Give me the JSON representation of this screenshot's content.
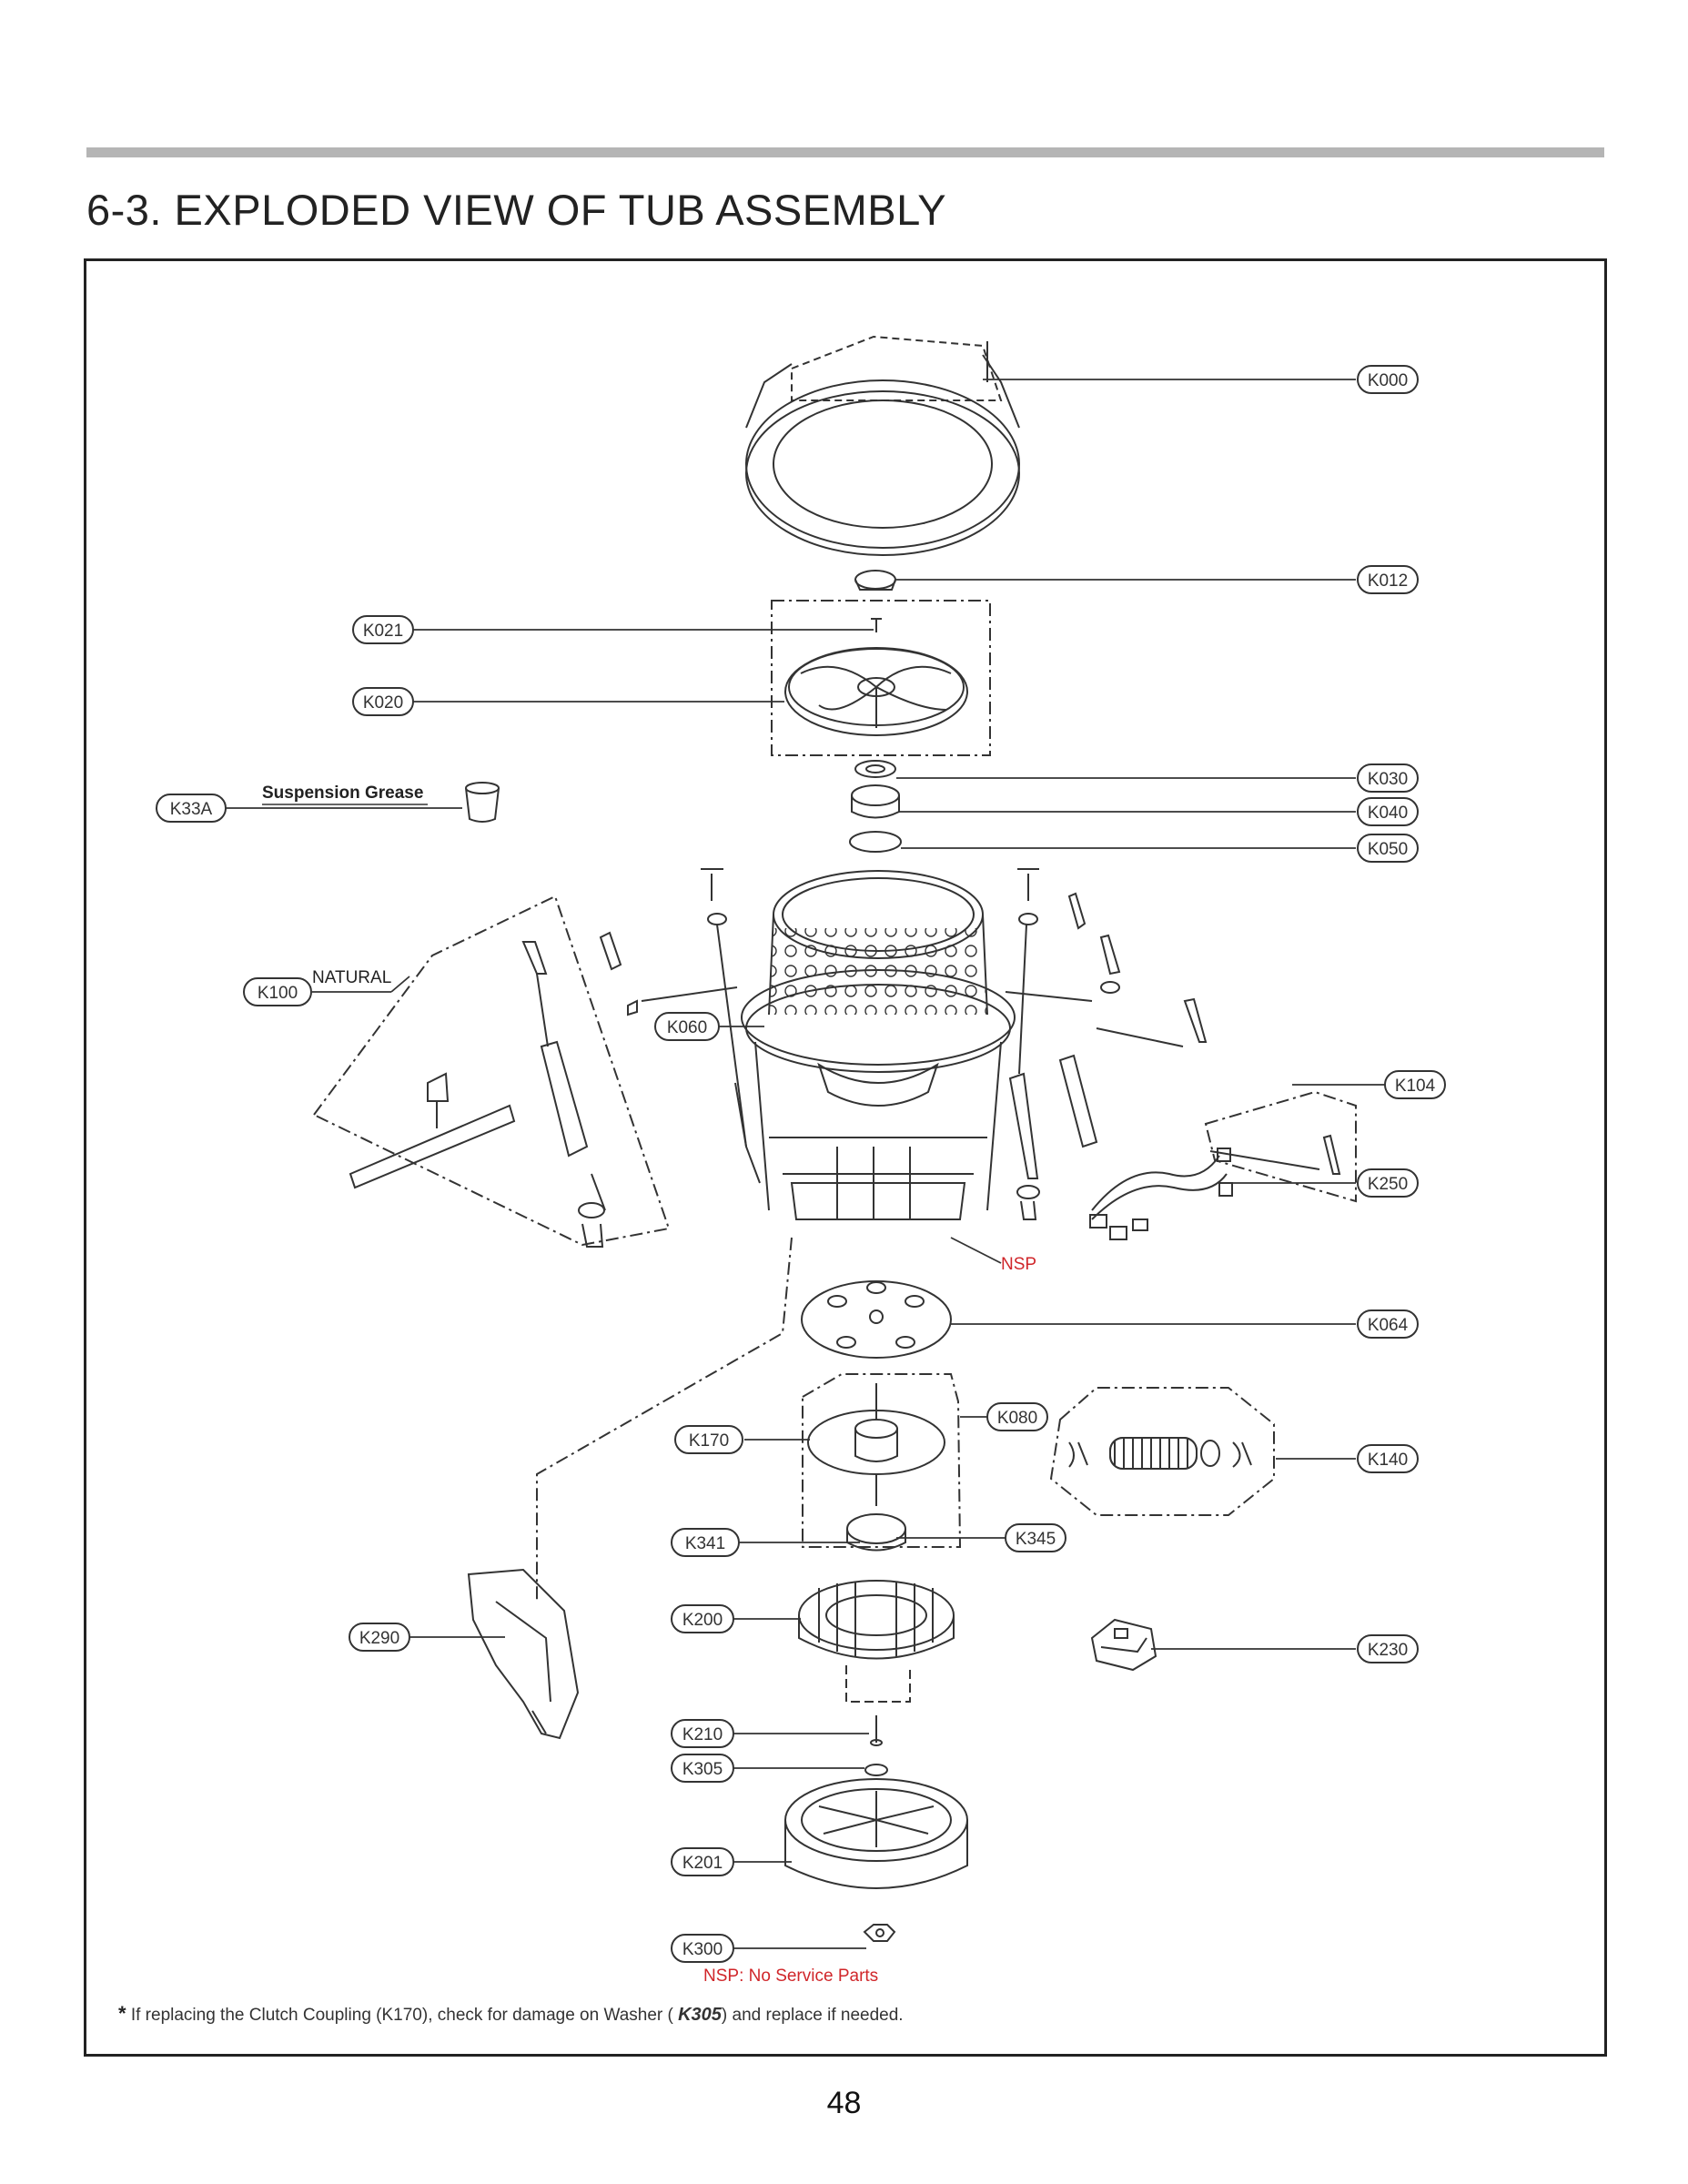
{
  "page": {
    "title": "6-3. EXPLODED VIEW OF TUB ASSEMBLY",
    "page_number": "48"
  },
  "labels": {
    "suspension_grease": "Suspension Grease",
    "natural": "NATURAL",
    "nsp": "NSP",
    "nsp_legend": "NSP: No Service Parts"
  },
  "callouts": {
    "k000": "K000",
    "k012": "K012",
    "k021": "K021",
    "k020": "K020",
    "k030": "K030",
    "k040": "K040",
    "k050": "K050",
    "k33a": "K33A",
    "k100": "K100",
    "k060": "K060",
    "k104": "K104",
    "k250": "K250",
    "k064": "K064",
    "k080": "K080",
    "k170": "K170",
    "k140": "K140",
    "k341": "K341",
    "k345": "K345",
    "k200": "K200",
    "k290": "K290",
    "k230": "K230",
    "k210": "K210",
    "k305": "K305",
    "k201": "K201",
    "k300": "K300"
  },
  "footnote": {
    "star": "*",
    "before": " If replacing the Clutch Coupling (K170), check for damage on Washer ( ",
    "part": "K305",
    "after": ") and replace if needed."
  },
  "colors": {
    "nsp_red": "#d0262a",
    "line": "#222222",
    "rule_gray": "#b5b5b5"
  }
}
